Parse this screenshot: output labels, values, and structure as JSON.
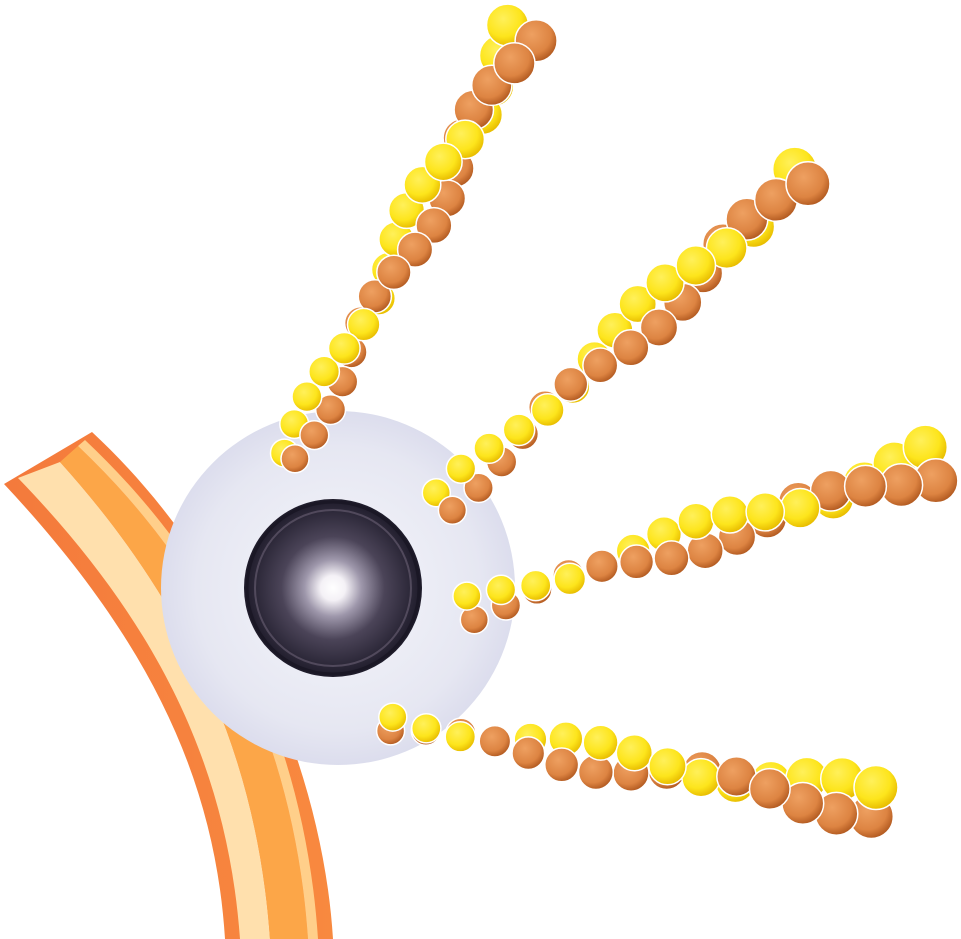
{
  "diagram": {
    "components": [
      {
        "name": "curved-membrane",
        "icon": "curved-band"
      },
      {
        "name": "core-sphere",
        "icon": "sphere"
      },
      {
        "name": "bead-strand",
        "icon": "bead-chain",
        "count": 4
      }
    ]
  },
  "colors": {
    "background": "#ffffff",
    "membrane_dark": "#f47a3c",
    "membrane_mid": "#fba24c",
    "membrane_light": "#ffe1ad",
    "halo": "#e4e5f1",
    "core_dark": "#262234",
    "core_light": "#ffffff",
    "bead_orange": "#e08a4a",
    "bead_orange_dark": "#b85f24",
    "bead_yellow": "#fde620",
    "bead_yellow_dark": "#e2b800"
  }
}
